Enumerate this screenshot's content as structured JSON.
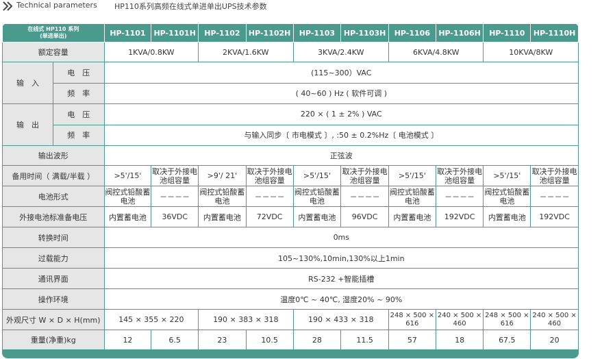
{
  "header": {
    "section_label": "Technical parameters",
    "title": "HP110系列高频在线式单进单出UPS技术参数"
  },
  "table": {
    "corner_line1": "在线式 HP110 系列",
    "corner_line2": "(单进单出)",
    "models": [
      "HP-1101",
      "HP-1101H",
      "HP-1102",
      "HP-1102H",
      "HP-1103",
      "HP-1103H",
      "HP-1106",
      "HP-1106H",
      "HP-1110",
      "HP-1110H"
    ],
    "rated_capacity": {
      "label": "额定容量",
      "values": [
        "1KVA/0.8KW",
        "2KVA/1.6KW",
        "3KVA/2.4KW",
        "6KVA/4.8KW",
        "10KVA/8KW"
      ]
    },
    "input": {
      "label": "输　入",
      "voltage_label": "电　压",
      "voltage": "(115~300）VAC",
      "freq_label": "频　率",
      "freq": "( 40~60 ) Hz ( 软件可调 )"
    },
    "output": {
      "label": "输　出",
      "voltage_label": "电　压",
      "voltage": "220 × ( 1 ± 2% ) VAC",
      "freq_label": "频　率",
      "freq": "与输入同步〔 市电模式 〕, :50 ± 0.2%Hz〔 电池模式 〕"
    },
    "waveform": {
      "label": "输出波形",
      "value": "正弦波"
    },
    "backup": {
      "label": "备用时间（ 满载/半载 ）",
      "values": [
        ">5'/15'",
        "取决于外接电池组容量",
        ">9'/ 21'",
        "取决于外接电池组容量",
        ">5'/15'",
        "取决于外接电池组容量",
        ">5'/15'",
        "取决于外接电池组容量",
        ">5'/15'",
        "取决于外接电池组容量"
      ]
    },
    "battery_type": {
      "label": "电池形式",
      "std": "阀控式铅酸蓄电池",
      "ext": "－－－－"
    },
    "ext_voltage": {
      "label": "外接电池标准备电压",
      "internal": "内置蓄电池",
      "values": [
        "36VDC",
        "72VDC",
        "96VDC",
        "192VDC",
        "192VDC"
      ]
    },
    "transfer": {
      "label": "转换时间",
      "value": "0ms"
    },
    "overload": {
      "label": "过载能力",
      "value": "105~130%,10min,130%以上1min"
    },
    "comm": {
      "label": "通讯界面",
      "value": "RS-232 +智能插槽"
    },
    "env": {
      "label": "操作环境",
      "value": "温度0℃ ~ 40℃, 湿度20% ~ 90%"
    },
    "dims": {
      "label": "外观尺寸 W × D × H(mm)",
      "values": [
        "145 × 355 × 220",
        "190 × 383 × 318",
        "190 × 433 × 318",
        "248 × 500 × 616",
        "240 × 500 × 460",
        "248 × 500 × 616",
        "240 × 500 × 460"
      ]
    },
    "weight": {
      "label": "重量(净重)kg",
      "values": [
        "12",
        "6.5",
        "23",
        "10.5",
        "28",
        "11.5",
        "57",
        "18",
        "67.5",
        "20"
      ]
    }
  },
  "colors": {
    "accent": "#4a9b8e",
    "label_bg": "#e6e6e6"
  }
}
